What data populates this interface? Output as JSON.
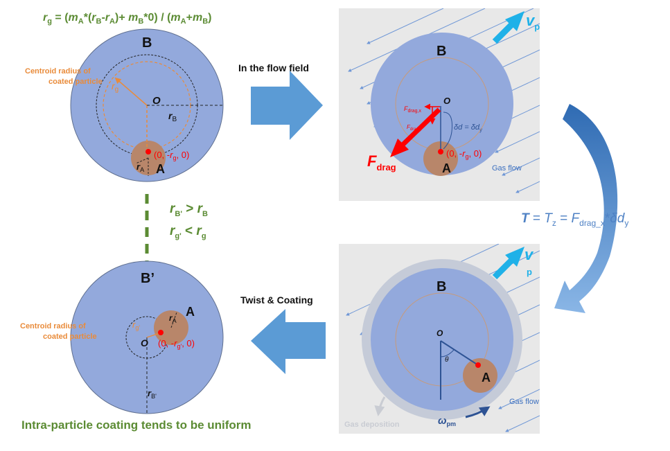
{
  "formula_top": {
    "rg": "r",
    "rg_sub": "g",
    "eq": " = (",
    "mA": "m",
    "mA_sub": "A",
    "p1": "*(",
    "rB": "r",
    "rB_sub": "B",
    "minus": "-",
    "rA": "r",
    "rA_sub": "A",
    "p2": ")+ ",
    "mB": "m",
    "mB_sub": "B",
    "p3": "*0) / (",
    "mA2": "m",
    "mA2_sub": "A",
    "plus": "+",
    "mB2": "m",
    "mB2_sub": "B",
    "p4": ")"
  },
  "panel1": {
    "label_B": "B",
    "label_A": "A",
    "label_O": "O",
    "centroid_l1": "Centroid radius of",
    "centroid_l2": "coated particle",
    "rg": "r",
    "rg_sub": "g",
    "rB": "r",
    "rB_sub": "B",
    "rA": "r",
    "rA_sub": "A",
    "coord_a": "(0, -",
    "coord_r": "r",
    "coord_sub": "g",
    "coord_b": ", 0)"
  },
  "arrow_flow": {
    "label": "In the flow field"
  },
  "panel2": {
    "label_B": "B",
    "label_A": "A",
    "label_O": "O",
    "vp": "v",
    "vp_sub": "p",
    "fdrag": "F",
    "fdrag_sub": "drag",
    "fx": "F",
    "fx_sub": "drag,x",
    "fy": "F",
    "fy_sub": "drag,y",
    "dd_a": "δd = δd",
    "dd_sub": "y",
    "coord_a": "(0, -",
    "coord_r": "r",
    "coord_sub": "g",
    "coord_b": ", 0)",
    "gas_flow": "Gas flow"
  },
  "torque": {
    "T": "T",
    "eq1": " = ",
    "Tz": "T",
    "Tz_sub": "z",
    "eq2": " = ",
    "F": "F",
    "F_sub": "drag_x",
    "star": "*",
    "dd": "δd",
    "dd_sub": "y"
  },
  "panel3": {
    "label_B": "B",
    "label_A": "A",
    "label_O": "O",
    "vp": "v",
    "vp_sub": "p",
    "theta": "θ",
    "gas_flow": "Gas flow",
    "gas_dep": "Gas deposition",
    "omega": "ω",
    "omega_sub": "pm"
  },
  "arrow_twist": {
    "label": "Twist & Coating"
  },
  "middle_left": {
    "rB2": "r",
    "rB2_sub": "B'",
    "gt": " >  ",
    "rB": "r",
    "rB_sub": "B",
    "rg2": "r",
    "rg2_sub": "g'",
    "lt": " <  ",
    "rg": "r",
    "rg_sub": "g"
  },
  "panel4": {
    "label_B": "B’",
    "label_A": "A",
    "label_O": "O",
    "centroid_l1": "Centroid radius of",
    "centroid_l2": "coated particle",
    "rg": "r",
    "rg_sub": "g'",
    "rA": "r",
    "rA_sub": "A",
    "rB": "r",
    "rB_sub": "B'",
    "coord_a": "(0, -",
    "coord_r": "r",
    "coord_sub": "g'",
    "coord_b": ", 0)"
  },
  "caption": "Intra-particle coating tends to be uniform",
  "colors": {
    "particle_blue": "#93a9dc",
    "core_brown": "#b8866a",
    "green": "#5b8b33",
    "orange": "#e98b3a",
    "red": "#ff0000",
    "arrow_blue": "#5b9bd5",
    "cyan": "#1fb1e8",
    "flow_blue": "#6f97d6",
    "panel_gray": "#e8e8e8",
    "torque_blue": "#4e81c4"
  }
}
